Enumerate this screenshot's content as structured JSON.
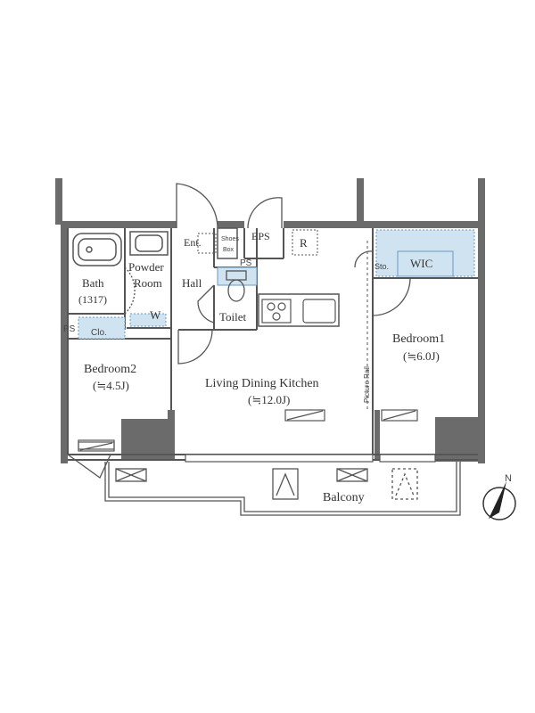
{
  "rooms": {
    "bath": {
      "name": "Bath",
      "size": "(1317)"
    },
    "powder_room": {
      "line1": "Powder",
      "line2": "Room"
    },
    "washer": "W",
    "entrance": "Ent.",
    "shoes_box": {
      "line1": "Shoes",
      "line2": "Box"
    },
    "eps": "EPS",
    "refrigerator": "R",
    "hall": "Hall",
    "toilet": "Toilet",
    "ps": "PS",
    "closet": "Clo.",
    "bedroom2": {
      "name": "Bedroom2",
      "size": "(≒4.5J)"
    },
    "ldk": {
      "name": "Living Dining Kitchen",
      "size": "(≒12.0J)"
    },
    "picture_rail": "Picture Rail",
    "storage": "Sto.",
    "wic": "WIC",
    "bedroom1": {
      "name": "Bedroom1",
      "size": "(≒6.0J)"
    },
    "balcony": "Balcony"
  },
  "compass": {
    "label": "N"
  },
  "colors": {
    "wall": "#6b6b6b",
    "storage": "#cfe3f1",
    "storage_stroke": "#6a9ac4"
  }
}
